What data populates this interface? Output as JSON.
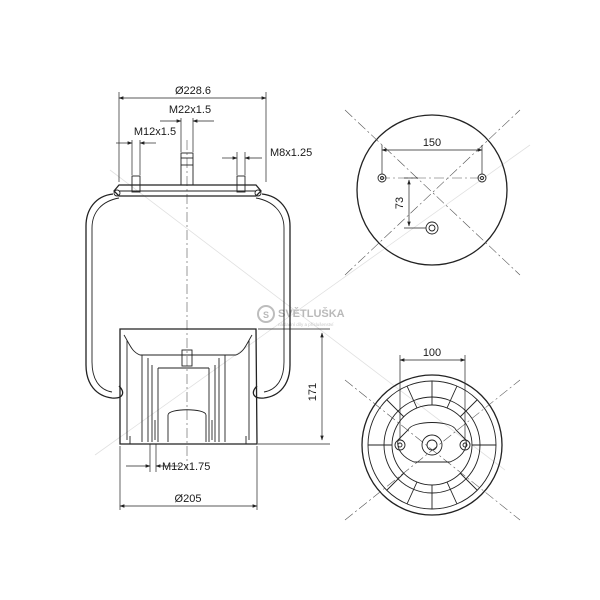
{
  "dimensions": {
    "outer_diameter": "Ø228.6",
    "top_stud_thread": "M22x1.5",
    "top_left_thread": "M12x1.5",
    "top_right_thread": "M8x1.25",
    "piston_height": "171",
    "bottom_thread": "M12x1.75",
    "piston_diameter": "Ø205",
    "top_hole_spacing": "150",
    "top_hole_offset": "73",
    "bottom_hole_spacing": "100"
  },
  "watermark": {
    "brand": "SVĚTLUŠKA",
    "tagline": "nákladní díly a příslušenství"
  }
}
